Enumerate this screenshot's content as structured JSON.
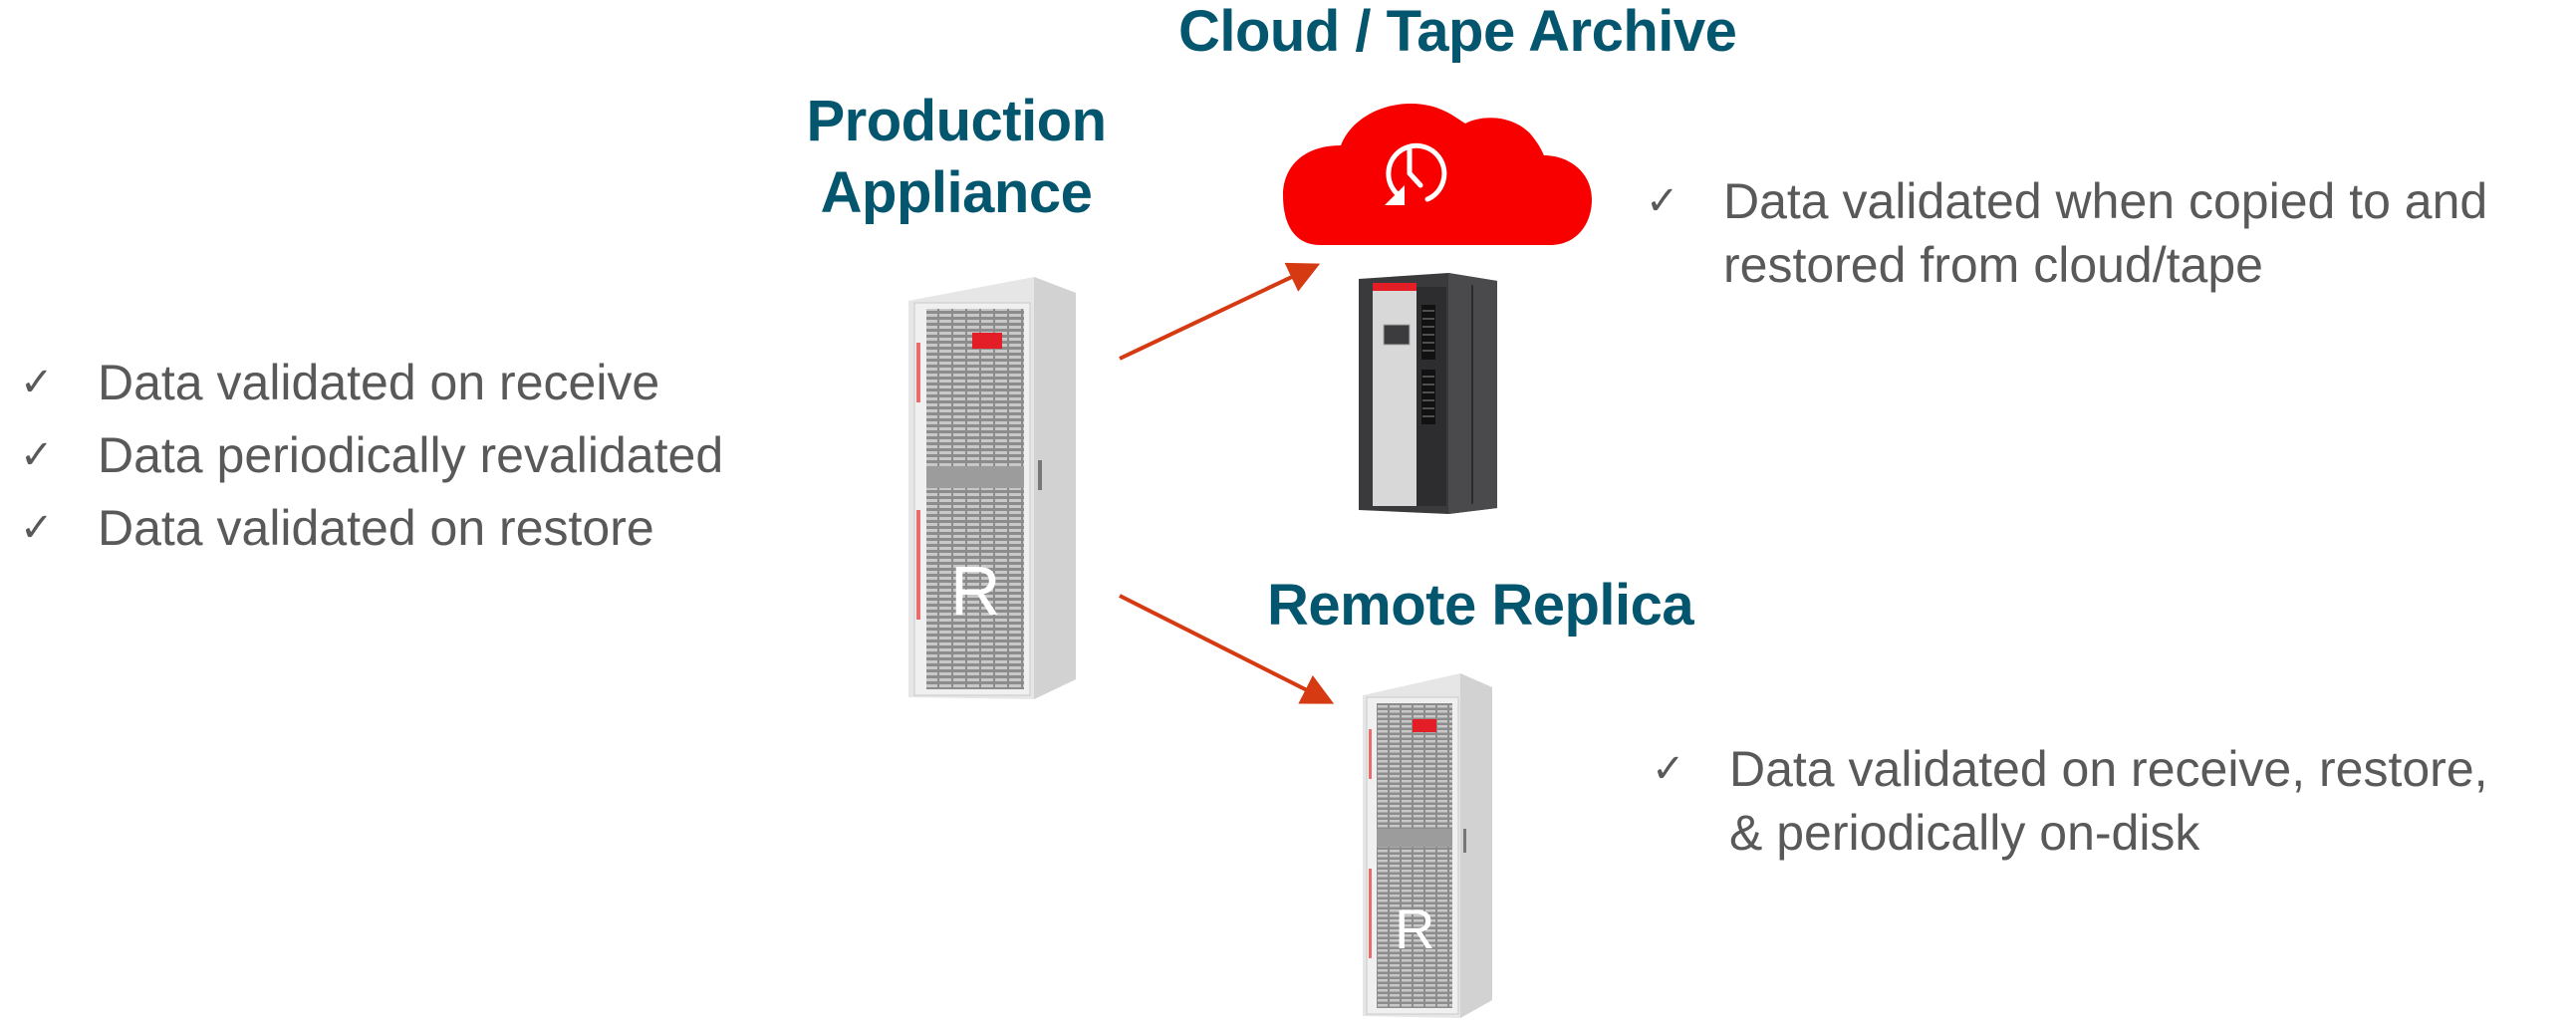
{
  "titles": {
    "production": [
      "Production",
      "Appliance"
    ],
    "cloud_tape": "Cloud / Tape Archive",
    "remote": "Remote Replica"
  },
  "production_bullets": [
    "Data validated on receive",
    "Data periodically revalidated",
    "Data validated on restore"
  ],
  "cloud_bullets": [
    {
      "line1": "Data validated when copied to and",
      "line2": "restored from cloud/tape"
    }
  ],
  "remote_bullets": [
    {
      "line1": "Data validated on receive, restore,",
      "line2": "& periodically on-disk"
    }
  ],
  "check_glyph": "✓",
  "icons": {
    "production": "recovery-appliance-rack-icon",
    "cloud": "cloud-backup-clock-icon",
    "tape": "tape-library-icon",
    "remote": "recovery-appliance-rack-icon"
  },
  "colors": {
    "title": "#04566f",
    "text": "#595959",
    "cloud": "#f80000",
    "arrow": "#d63a12"
  }
}
